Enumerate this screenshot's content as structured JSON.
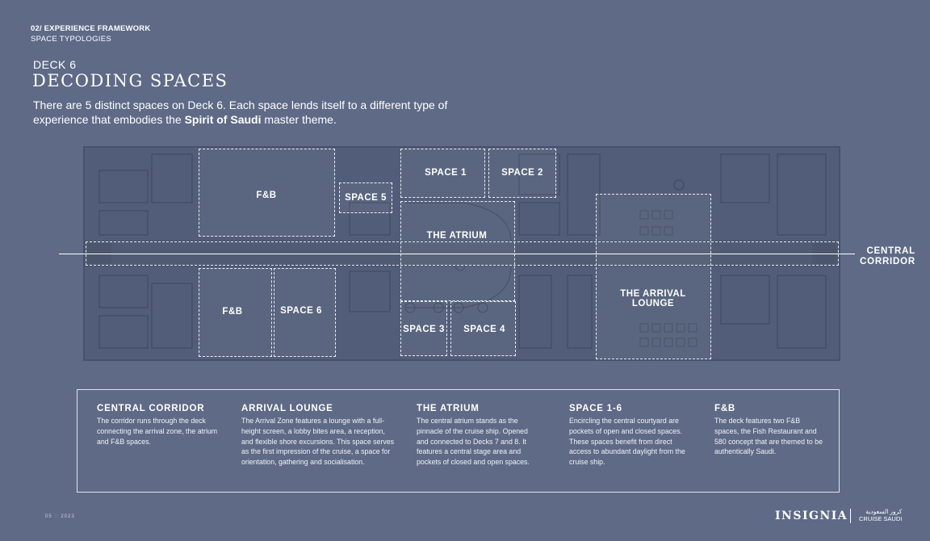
{
  "header": {
    "section": "02/ EXPERIENCE FRAMEWORK",
    "subsection": "SPACE TYPOLOGIES",
    "deck": "DECK 6",
    "title": "DECODING SPACES",
    "intro_pre": "There are 5 distinct spaces on Deck 6. Each space lends itself to a different type of experience that embodies the ",
    "intro_bold": "Spirit of Saudi",
    "intro_post": " master theme."
  },
  "plan": {
    "zones": {
      "fb_top": "F&B",
      "space5": "SPACE 5",
      "space1": "SPACE 1",
      "space2": "SPACE 2",
      "atrium": "THE ATRIUM",
      "fb_bottom": "F&B",
      "space6": "SPACE 6",
      "space3": "SPACE 3",
      "space4": "SPACE 4",
      "arrival_lounge": "THE ARRIVAL LOUNGE"
    },
    "corridor_label_1": "CENTRAL",
    "corridor_label_2": "CORRIDOR"
  },
  "info": [
    {
      "title": "CENTRAL CORRIDOR",
      "text": "The corridor runs through the deck connecting the arrival zone, the atrium and F&B spaces."
    },
    {
      "title": "ARRIVAL LOUNGE",
      "text": "The Arrival Zone features a lounge with a full-height screen, a lobby bites area, a reception, and flexible shore excursions. This space serves as the first impression of the cruise, a space for orientation, gathering and socialisation."
    },
    {
      "title": "THE ATRIUM",
      "text": "The central atrium stands as the pinnacle of the cruise ship. Opened and connected to Decks 7 and 8. It features a central stage area and pockets of closed and open spaces."
    },
    {
      "title": "SPACE 1-6",
      "text": "Encircling the central courtyard are pockets of open and closed spaces. These spaces benefit from direct access to abundant daylight from the cruise ship."
    },
    {
      "title": "F&B",
      "text": "The deck features two F&B spaces, the Fish Restaurant and 580 concept that are themed to be authentically Saudi."
    }
  ],
  "footer": {
    "page": "05 :: 2023",
    "brand": "INSIGNIA",
    "brand2_arabic": "كروز السعودية",
    "brand2": "CRUISE SAUDI"
  }
}
